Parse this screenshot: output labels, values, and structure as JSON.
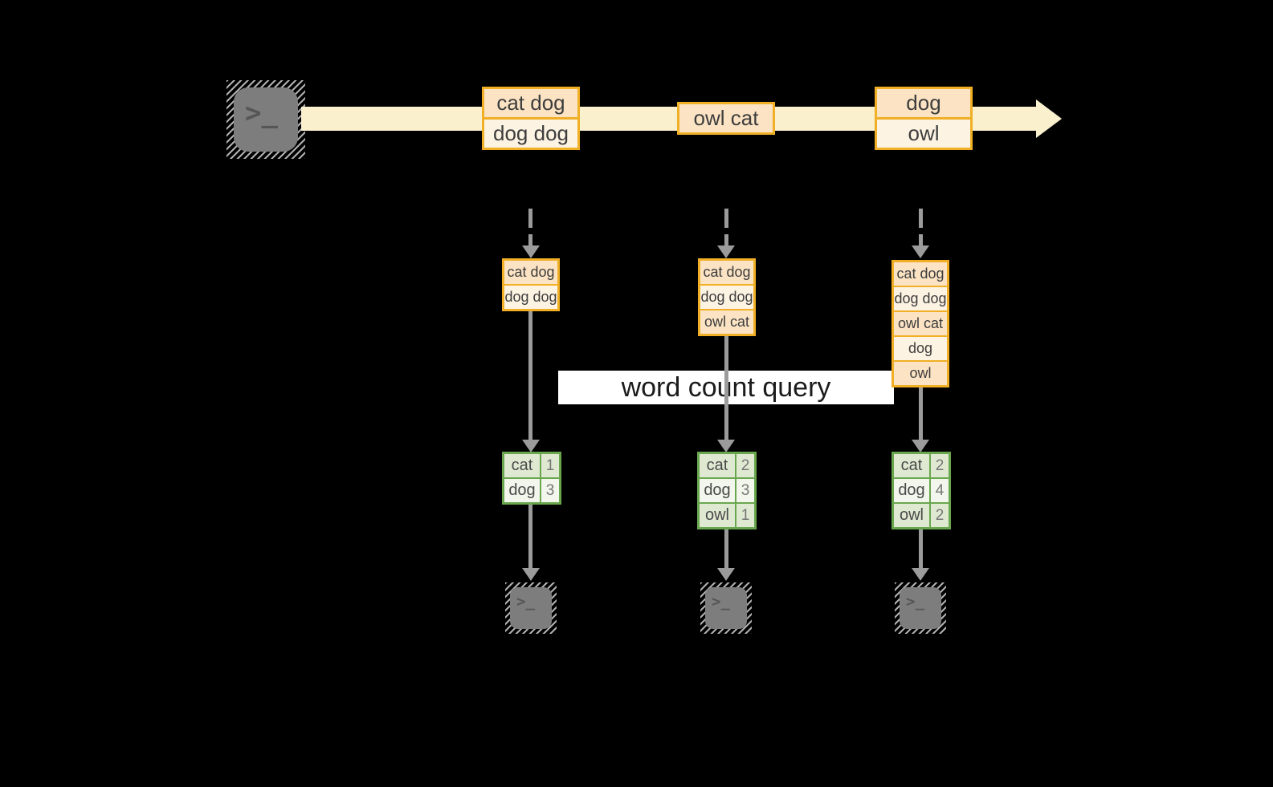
{
  "colors": {
    "background": "#000000",
    "stream_band": "#FAF0CE",
    "amber_border": "#F0AF24",
    "cell_peach": "#FBE3C3",
    "cell_cream": "#FDF3E3",
    "green_border": "#69A74E",
    "green_cell_dark": "#DFE9D2",
    "green_cell_light": "#F2F6EC",
    "arrow_grey": "#9B9B9B",
    "terminal_grey": "#7D7D7D",
    "banner_bg": "#FFFFFF"
  },
  "glyphs": {
    "terminal": ">_"
  },
  "stream": {
    "events": [
      {
        "lines": [
          "cat dog",
          "dog dog"
        ]
      },
      {
        "lines": [
          "owl cat"
        ]
      },
      {
        "lines": [
          "dog",
          "owl"
        ]
      }
    ]
  },
  "banner": {
    "label": "word count query"
  },
  "columns": [
    {
      "state": [
        "cat dog",
        "dog dog"
      ],
      "counts": [
        {
          "word": "cat",
          "value": "1"
        },
        {
          "word": "dog",
          "value": "3"
        }
      ]
    },
    {
      "state": [
        "cat dog",
        "dog dog",
        "owl cat"
      ],
      "counts": [
        {
          "word": "cat",
          "value": "2"
        },
        {
          "word": "dog",
          "value": "3"
        },
        {
          "word": "owl",
          "value": "1"
        }
      ]
    },
    {
      "state": [
        "cat dog",
        "dog dog",
        "owl cat",
        "dog",
        "owl"
      ],
      "counts": [
        {
          "word": "cat",
          "value": "2"
        },
        {
          "word": "dog",
          "value": "4"
        },
        {
          "word": "owl",
          "value": "2"
        }
      ]
    }
  ]
}
